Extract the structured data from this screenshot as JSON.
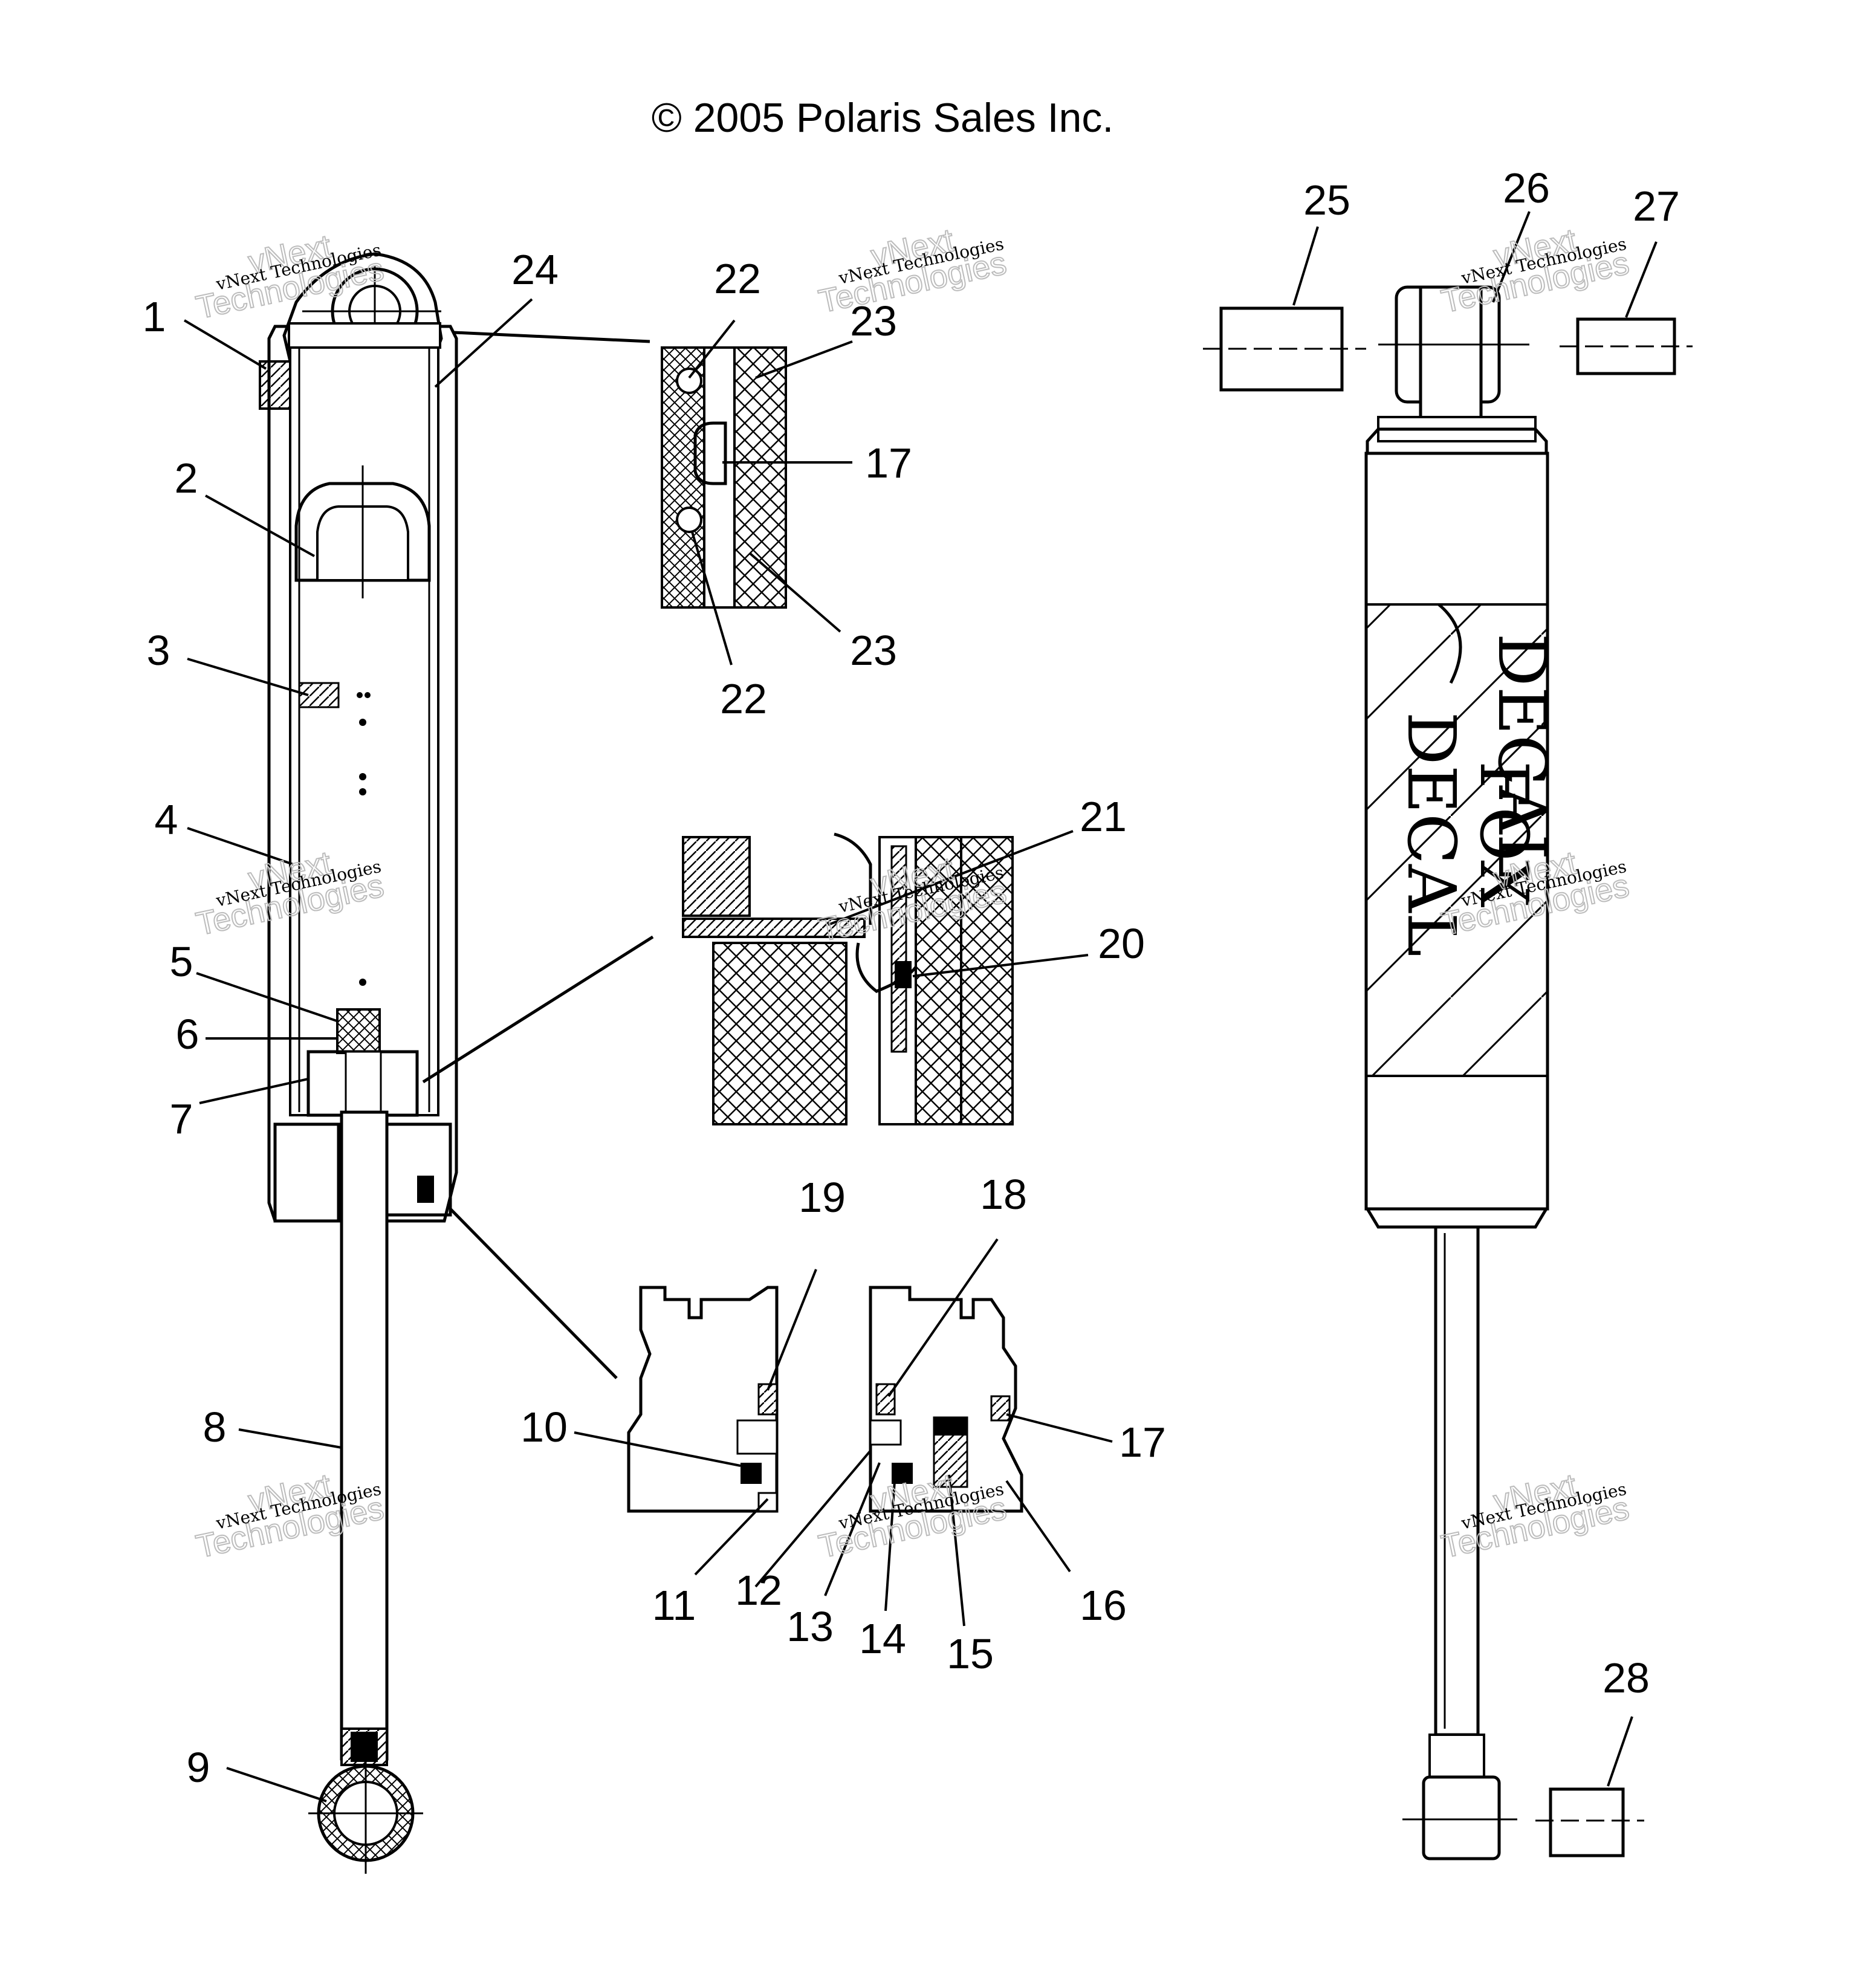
{
  "copyright": "© 2005 Polaris Sales Inc.",
  "watermark": {
    "line1": "vNext Technologies",
    "line2": "vNext",
    "line3": "Technologies"
  },
  "decal": {
    "line1": "FOX",
    "line2": "DECAL"
  },
  "callouts": [
    "1",
    "2",
    "3",
    "4",
    "5",
    "6",
    "7",
    "8",
    "9",
    "10",
    "11",
    "12",
    "13",
    "14",
    "15",
    "16",
    "17",
    "18",
    "19",
    "20",
    "21",
    "22",
    "23",
    "24",
    "25",
    "26",
    "27",
    "28"
  ],
  "colors": {
    "ink": "#000000",
    "background": "#ffffff",
    "watermark_outline": "#bcbcbc"
  }
}
